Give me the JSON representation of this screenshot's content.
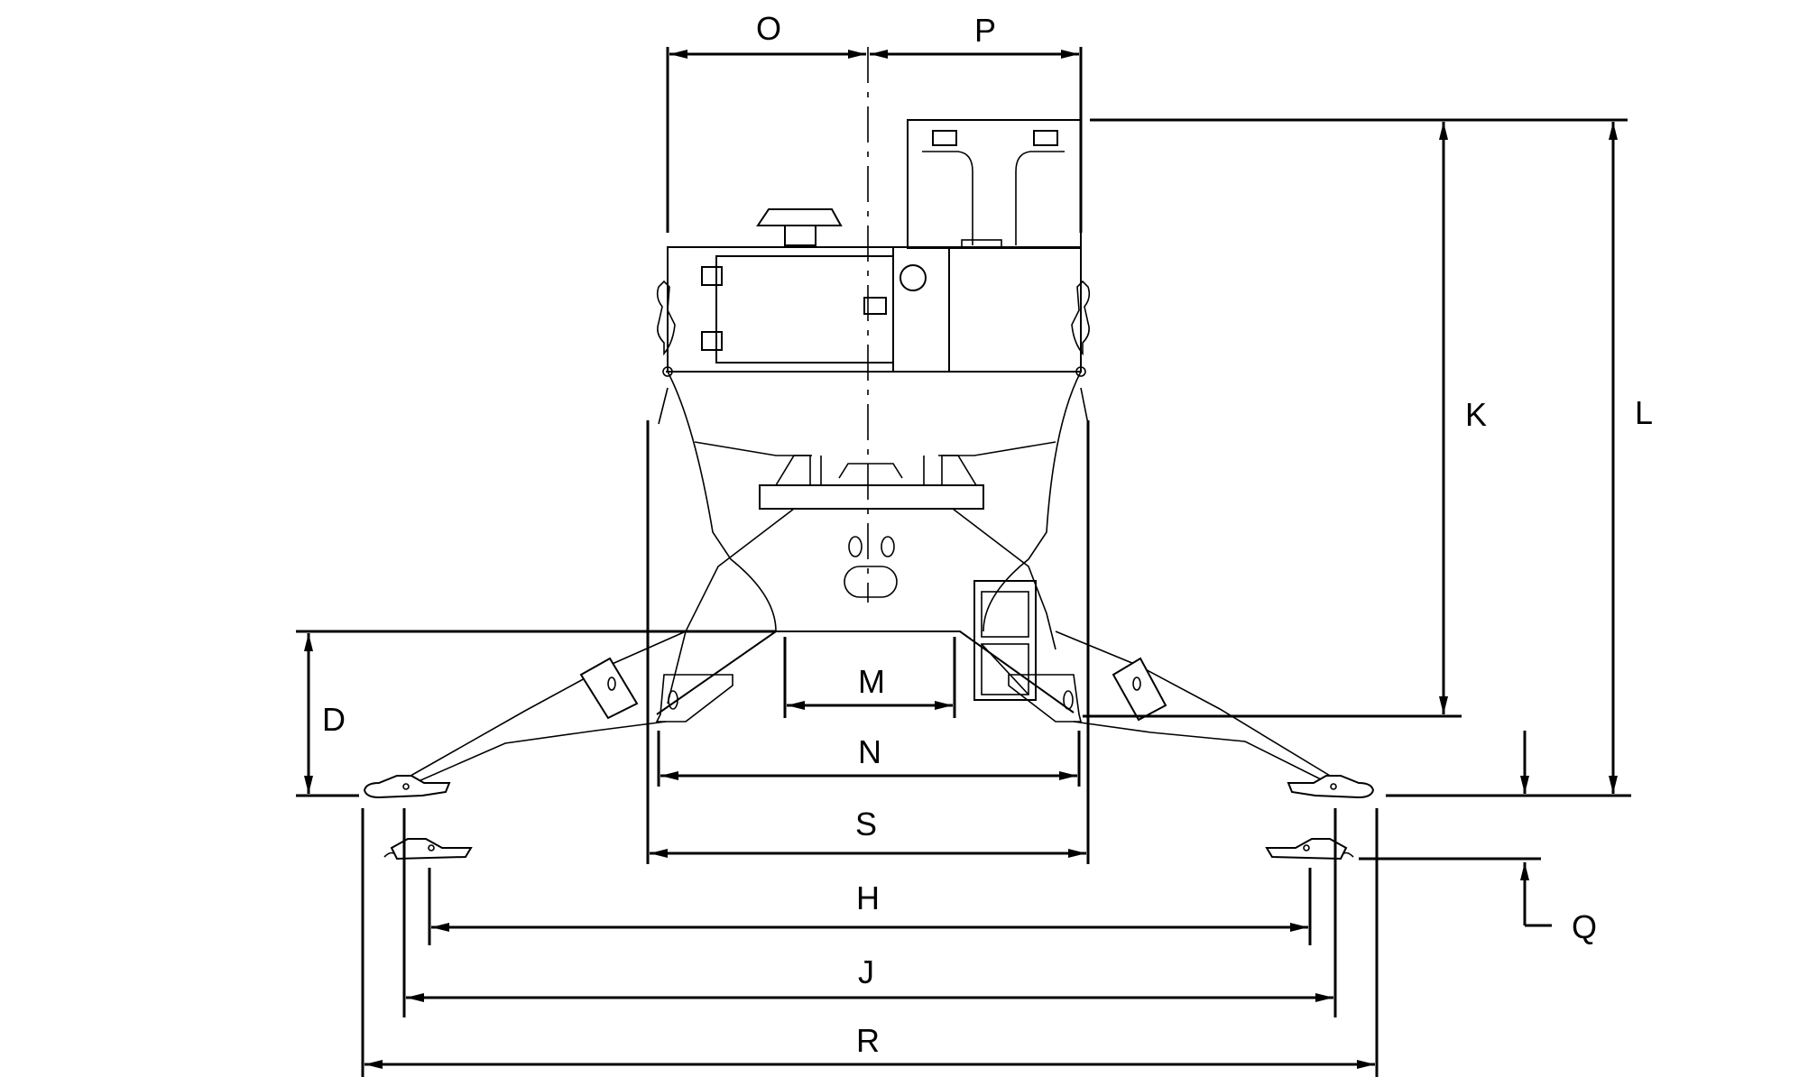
{
  "diagram": {
    "labels": {
      "O": "O",
      "P": "P",
      "K": "K",
      "L": "L",
      "D": "D",
      "M": "M",
      "N": "N",
      "S": "S",
      "H": "H",
      "J": "J",
      "R": "R",
      "Q": "Q"
    },
    "colors": {
      "line": "#000000",
      "background": "#ffffff"
    }
  }
}
